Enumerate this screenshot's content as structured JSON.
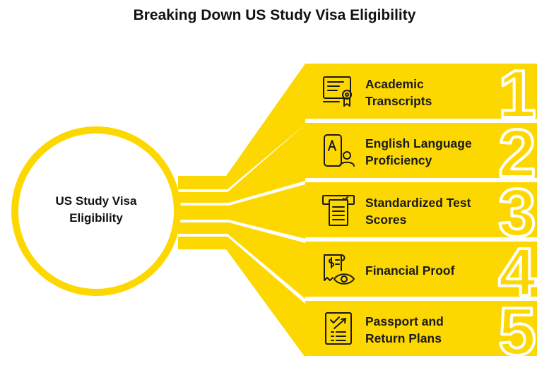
{
  "title": "Breaking Down US Study Visa Eligibility",
  "center": {
    "line1": "US Study Visa",
    "line2": "Eligibility"
  },
  "colors": {
    "accent": "#fdd800",
    "accent_dark": "#e4c100",
    "text": "#1a1a1a",
    "background": "#ffffff"
  },
  "items": [
    {
      "number": "1",
      "line1": "Academic",
      "line2": "Transcripts",
      "icon": "certificate-icon"
    },
    {
      "number": "2",
      "line1": "English Language",
      "line2": "Proficiency",
      "icon": "language-speaker-icon"
    },
    {
      "number": "3",
      "line1": "Standardized Test",
      "line2": "Scores",
      "icon": "test-sheet-icon"
    },
    {
      "number": "4",
      "line1": "Financial Proof",
      "line2": "",
      "icon": "financial-document-icon"
    },
    {
      "number": "5",
      "line1": "Passport and",
      "line2": "Return Plans",
      "icon": "passport-checklist-icon"
    }
  ]
}
